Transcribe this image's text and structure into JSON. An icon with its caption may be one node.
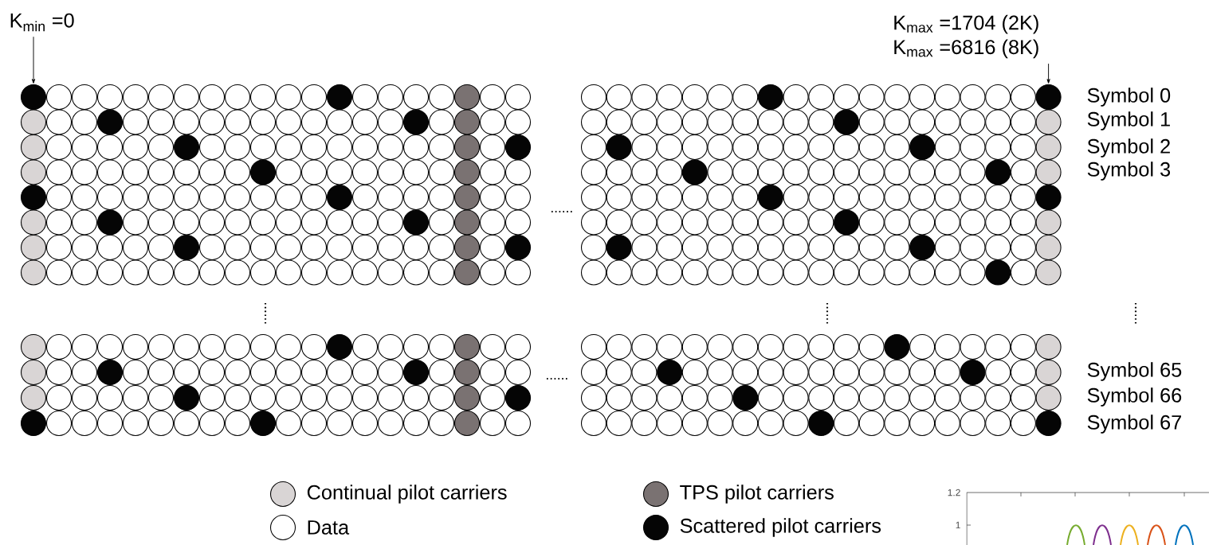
{
  "diagram": {
    "nodes": [
      {
        "text": [
          "K$_{min}$ =0"
        ]
      },
      {
        "text": [],
        "shape": "circle"
      },
      {
        "text": [
          "K$_{max}$ =1704 (2K)",
          "K$_{max}$ =6816 (8K)"
        ]
      },
      {
        "text": [],
        "shape": "circle"
      }
    ],
    "edges": [
      {
        "from": 0,
        "to": 1,
        "arrow": "to"
      },
      {
        "from": 2,
        "to": 3,
        "arrow": "to"
      }
    ],
    "labels": [
      "Symbol 0",
      "Symbol 1",
      "Symbol 2",
      "Symbol 3",
      "Symbol 65",
      "Symbol 66",
      "Symbol 67",
      "1.2",
      "1"
    ],
    "legend": [
      {
        "text": "Continual pilot carriers",
        "color": "#d9d5d5"
      },
      {
        "text": "TPS pilot carriers",
        "color": "#7a7272"
      },
      {
        "text": "Data"
      },
      {
        "text": "Scattered pilot carriers",
        "color": "#050505"
      }
    ]
  }
}
